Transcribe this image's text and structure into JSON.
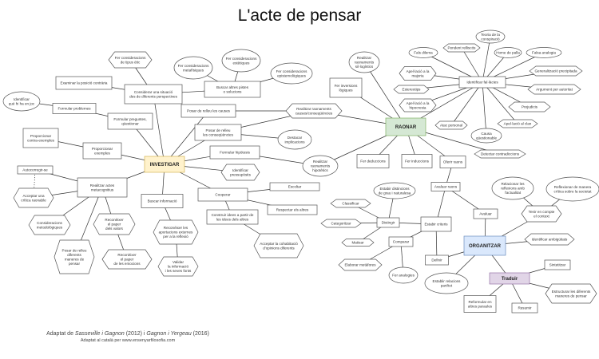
{
  "title": "L'acte de pensar",
  "credits": {
    "line1_prefix": "Adaptat de ",
    "line1_authors1": "Sasseville i Gagnon",
    "line1_mid": " (2012) i ",
    "line1_authors2": "Gagnon i Yergeau",
    "line1_suffix": " (2016)",
    "line2": "Adaptat al català per www.ensenyarfilosofia.com"
  },
  "colors": {
    "investigar": {
      "fill": "#fff2cc",
      "stroke": "#d6b656"
    },
    "raonar": {
      "fill": "#d5e8d4",
      "stroke": "#82b366"
    },
    "organitzar": {
      "fill": "#dae8fc",
      "stroke": "#6c8ebf"
    },
    "traduir": {
      "fill": "#e1d5e7",
      "stroke": "#9673a6"
    }
  },
  "nodes": [
    {
      "id": "investigar",
      "shape": "rect",
      "main": true,
      "lines": [
        "INVESTIGAR"
      ]
    },
    {
      "id": "raonar",
      "shape": "rect",
      "main": true,
      "lines": [
        "RAONAR"
      ]
    },
    {
      "id": "organitzar",
      "shape": "rect",
      "main": true,
      "lines": [
        "ORGANITZAR"
      ]
    },
    {
      "id": "traduir",
      "shape": "rect",
      "main": true,
      "lines": [
        "Traduir"
      ]
    },
    {
      "id": "etic",
      "shape": "hex",
      "lines": [
        "Fer consideracions",
        "de tipus ètic"
      ]
    },
    {
      "id": "metafisiques",
      "shape": "ellipse",
      "lines": [
        "Fer consideracions",
        "metafísiques"
      ]
    },
    {
      "id": "estetiques",
      "shape": "ellipse",
      "lines": [
        "Fer consideracions",
        "estètiques"
      ]
    },
    {
      "id": "epistemologiques",
      "shape": "ellipse",
      "lines": [
        "Fer consideracions",
        "epistemològiques"
      ]
    },
    {
      "id": "examinar",
      "shape": "rect",
      "lines": [
        "Examinar la posició contrària"
      ]
    },
    {
      "id": "considerar",
      "shape": "rect",
      "lines": [
        "Considerar una situació",
        "des de diferents perspectives"
      ]
    },
    {
      "id": "pistes",
      "shape": "rect",
      "lines": [
        "Buscar altres pistes",
        "o solucions"
      ]
    },
    {
      "id": "enjoc",
      "shape": "ellipse",
      "lines": [
        "Identificar",
        "què hi ha en joc"
      ]
    },
    {
      "id": "problemes",
      "shape": "rect",
      "lines": [
        "Formular problemes"
      ]
    },
    {
      "id": "preguntes",
      "shape": "rect",
      "lines": [
        "Formular preguntes,",
        "qüestionar"
      ]
    },
    {
      "id": "causes",
      "shape": "rect",
      "lines": [
        "Posar de relleu les causes"
      ]
    },
    {
      "id": "consequencies",
      "shape": "rect",
      "lines": [
        "Posar de relleu",
        "les conseqüències"
      ]
    },
    {
      "id": "contraexemples",
      "shape": "rect",
      "lines": [
        "Proporcionar",
        "contra-exemples"
      ]
    },
    {
      "id": "exemples",
      "shape": "rect",
      "lines": [
        "Proporcionar",
        "exemples"
      ]
    },
    {
      "id": "hipotesis",
      "shape": "rect",
      "lines": [
        "Formular hipòtesis"
      ]
    },
    {
      "id": "implicacions",
      "shape": "ellipse",
      "lines": [
        "Destacar",
        "implicacions"
      ]
    },
    {
      "id": "raoncauses",
      "shape": "hex",
      "lines": [
        "Realitzar raonaments",
        "causes/conseqüències"
      ]
    },
    {
      "id": "raonhipo",
      "shape": "ellipse",
      "lines": [
        "Realitzar",
        "raonaments",
        "hipotètics"
      ]
    },
    {
      "id": "pressuposits",
      "shape": "hex",
      "lines": [
        "Identificar",
        "pressupòsits"
      ]
    },
    {
      "id": "sillogistics",
      "shape": "ellipse",
      "lines": [
        "Realitzar",
        "raonaments",
        "sil·logístics"
      ]
    },
    {
      "id": "inversions",
      "shape": "rect",
      "lines": [
        "Fer inversions",
        "lògiques"
      ]
    },
    {
      "id": "conspiracio",
      "shape": "ellipse",
      "lines": [
        "Teoria de la",
        "conspiració"
      ]
    },
    {
      "id": "pendent",
      "shape": "hex",
      "lines": [
        "Pendent relliscós"
      ]
    },
    {
      "id": "dilema",
      "shape": "ellipse",
      "lines": [
        "Fals dilema"
      ]
    },
    {
      "id": "palla",
      "shape": "ellipse",
      "lines": [
        "Home de palla"
      ]
    },
    {
      "id": "analogia",
      "shape": "ellipse",
      "lines": [
        "Falsa analogia"
      ]
    },
    {
      "id": "generalitzacio",
      "shape": "hex",
      "lines": [
        "Generalització precipitada"
      ]
    },
    {
      "id": "majoria",
      "shape": "hex",
      "lines": [
        "Apel·lació a la",
        "majoria"
      ]
    },
    {
      "id": "fallacies",
      "shape": "rect",
      "lines": [
        "Identificar fal·làcies"
      ]
    },
    {
      "id": "autoritat",
      "shape": "hex",
      "lines": [
        "Argument per autoritat"
      ]
    },
    {
      "id": "estereotips",
      "shape": "hex",
      "lines": [
        "Estereotips"
      ]
    },
    {
      "id": "hipocresia",
      "shape": "hex",
      "lines": [
        "Apel·lació a la",
        "hipocresia"
      ]
    },
    {
      "id": "prejudicis",
      "shape": "hex",
      "lines": [
        "Prejudicis"
      ]
    },
    {
      "id": "atac",
      "shape": "hex",
      "lines": [
        "Atac personal"
      ]
    },
    {
      "id": "clan",
      "shape": "hex",
      "lines": [
        "Apel·lació al clan"
      ]
    },
    {
      "id": "causaq",
      "shape": "ellipse",
      "lines": [
        "Causa",
        "qüestionable"
      ]
    },
    {
      "id": "contradiccions",
      "shape": "hex",
      "lines": [
        "Detectar contradiccions"
      ]
    },
    {
      "id": "deduccions",
      "shape": "rect",
      "lines": [
        "Fer deduccions"
      ]
    },
    {
      "id": "induccions",
      "shape": "rect",
      "lines": [
        "Fer induccions"
      ]
    },
    {
      "id": "oferir",
      "shape": "rect",
      "lines": [
        "Oferir raons"
      ]
    },
    {
      "id": "avaluarraons",
      "shape": "rect",
      "lines": [
        "Avaluar raons"
      ]
    },
    {
      "id": "distincions",
      "shape": "ellipse",
      "lines": [
        "Estabir distincions",
        "de grau i naturalesa"
      ]
    },
    {
      "id": "classificar",
      "shape": "hex",
      "lines": [
        "Classificar"
      ]
    },
    {
      "id": "categoritzar",
      "shape": "hex",
      "lines": [
        "Categoritzar"
      ]
    },
    {
      "id": "distingir",
      "shape": "rect",
      "lines": [
        "Distingir"
      ]
    },
    {
      "id": "criteris",
      "shape": "rect",
      "lines": [
        "Estabir criteris"
      ]
    },
    {
      "id": "avaluar",
      "shape": "rect",
      "lines": [
        "Avaluar"
      ]
    },
    {
      "id": "actualitat",
      "shape": "ellipse",
      "lines": [
        "Relacionar les",
        "reflexions amb",
        "l'actualitat"
      ]
    },
    {
      "id": "societat",
      "shape": "ellipse",
      "lines": [
        "Reflexionar de manera",
        "crítica sobre la societat"
      ]
    },
    {
      "id": "context",
      "shape": "hex",
      "lines": [
        "Tenir en compte",
        "el context"
      ]
    },
    {
      "id": "matisar",
      "shape": "hex",
      "lines": [
        "Matisar"
      ]
    },
    {
      "id": "comparar",
      "shape": "rect",
      "lines": [
        "Comparar"
      ]
    },
    {
      "id": "ambiguitats",
      "shape": "hex",
      "lines": [
        "Identificar ambigüitats"
      ]
    },
    {
      "id": "definir",
      "shape": "rect",
      "lines": [
        "Definir"
      ]
    },
    {
      "id": "metafores",
      "shape": "hex",
      "lines": [
        "Elaborar metàfores"
      ]
    },
    {
      "id": "analogies",
      "shape": "ellipse",
      "lines": [
        "Fer analogies"
      ]
    },
    {
      "id": "parttot",
      "shape": "ellipse",
      "lines": [
        "Establir relacions",
        "part/tot"
      ]
    },
    {
      "id": "sintetitzar",
      "shape": "rect",
      "lines": [
        "Sintetitzar"
      ]
    },
    {
      "id": "estructurar",
      "shape": "hex",
      "lines": [
        "Estructurar les diferents",
        "maneres de pensar"
      ]
    },
    {
      "id": "reformular",
      "shape": "rect",
      "lines": [
        "Reformular en",
        "altres paraules"
      ]
    },
    {
      "id": "resumir",
      "shape": "rect",
      "lines": [
        "Resumir"
      ]
    },
    {
      "id": "autocorregir",
      "shape": "rect",
      "lines": [
        "Autocorregir-se"
      ]
    },
    {
      "id": "critica",
      "shape": "hex",
      "lines": [
        "Acceptar una",
        "crítica raonable"
      ]
    },
    {
      "id": "metacognitius",
      "shape": "rect",
      "lines": [
        "Realitzar actes",
        "metacognitius"
      ]
    },
    {
      "id": "metodologiques",
      "shape": "hex",
      "lines": [
        "Consideracions",
        "metodològiques"
      ]
    },
    {
      "id": "maneres",
      "shape": "hex",
      "lines": [
        "Posar de relleu",
        "diferents",
        "maneres de",
        "pensar"
      ]
    },
    {
      "id": "valors",
      "shape": "hex",
      "lines": [
        "Reconèixer",
        "el paper",
        "dels valors"
      ]
    },
    {
      "id": "emocions",
      "shape": "hex",
      "lines": [
        "Reconèixer",
        "el paper",
        "de les emocions"
      ]
    },
    {
      "id": "informacio",
      "shape": "rect",
      "lines": [
        "Buscar informació"
      ]
    },
    {
      "id": "aportacions",
      "shape": "hex",
      "lines": [
        "Reconèixer les",
        "aportacions externes",
        "per a la reflexió"
      ]
    },
    {
      "id": "validar",
      "shape": "hex",
      "lines": [
        "Validar",
        "la informació",
        "i les seves fonts"
      ]
    },
    {
      "id": "cooperar",
      "shape": "rect",
      "lines": [
        "Cooperar"
      ]
    },
    {
      "id": "escoltar",
      "shape": "rect",
      "lines": [
        "Escoltar"
      ]
    },
    {
      "id": "respectar",
      "shape": "rect",
      "lines": [
        "Respectar els altres"
      ]
    },
    {
      "id": "construir",
      "shape": "rect",
      "lines": [
        "Construir idees a partir de",
        "les idees dels altres"
      ]
    },
    {
      "id": "cohabitacio",
      "shape": "hex",
      "lines": [
        "Acceptar la cohabitació",
        "d'opinions diferents"
      ]
    }
  ],
  "edges": [
    [
      "investigar",
      "considerar"
    ],
    [
      "investigar",
      "preguntes"
    ],
    [
      "investigar",
      "causes"
    ],
    [
      "investigar",
      "consequencies"
    ],
    [
      "investigar",
      "exemples"
    ],
    [
      "investigar",
      "hipotesis"
    ],
    [
      "investigar",
      "pressuposits"
    ],
    [
      "investigar",
      "cooperar"
    ],
    [
      "investigar",
      "informacio"
    ],
    [
      "investigar",
      "metacognitius"
    ],
    [
      "considerar",
      "etic"
    ],
    [
      "considerar",
      "examinar"
    ],
    [
      "considerar",
      "pistes"
    ],
    [
      "pistes",
      "metafisiques"
    ],
    [
      "pistes",
      "estetiques"
    ],
    [
      "pistes",
      "epistemologiques"
    ],
    [
      "preguntes",
      "problemes"
    ],
    [
      "problemes",
      "enjoc"
    ],
    [
      "exemples",
      "contraexemples"
    ],
    [
      "causes",
      "raoncauses"
    ],
    [
      "consequencies",
      "raoncauses"
    ],
    [
      "consequencies",
      "implicacions"
    ],
    [
      "hipotesis",
      "raonhipo"
    ],
    [
      "raonar",
      "sillogistics"
    ],
    [
      "raonar",
      "inversions"
    ],
    [
      "raonar",
      "raoncauses"
    ],
    [
      "raonar",
      "raonhipo"
    ],
    [
      "raonar",
      "deduccions"
    ],
    [
      "raonar",
      "induccions"
    ],
    [
      "raonar",
      "oferir"
    ],
    [
      "raonar",
      "contradiccions"
    ],
    [
      "raonar",
      "fallacies"
    ],
    [
      "fallacies",
      "conspiracio"
    ],
    [
      "fallacies",
      "pendent"
    ],
    [
      "fallacies",
      "dilema"
    ],
    [
      "fallacies",
      "palla"
    ],
    [
      "fallacies",
      "analogia"
    ],
    [
      "fallacies",
      "generalitzacio"
    ],
    [
      "fallacies",
      "majoria"
    ],
    [
      "fallacies",
      "autoritat"
    ],
    [
      "fallacies",
      "estereotips"
    ],
    [
      "fallacies",
      "hipocresia"
    ],
    [
      "fallacies",
      "prejudicis"
    ],
    [
      "fallacies",
      "atac"
    ],
    [
      "fallacies",
      "clan"
    ],
    [
      "fallacies",
      "causaq"
    ],
    [
      "oferir",
      "avaluarraons"
    ],
    [
      "avaluarraons",
      "criteris"
    ],
    [
      "avaluarraons",
      "avaluar"
    ],
    [
      "avaluar",
      "organitzar"
    ],
    [
      "criteris",
      "distingir"
    ],
    [
      "criteris",
      "comparar"
    ],
    [
      "criteris",
      "definir"
    ],
    [
      "distingir",
      "distincions"
    ],
    [
      "distingir",
      "classificar"
    ],
    [
      "distingir",
      "categoritzar"
    ],
    [
      "distingir",
      "matisar"
    ],
    [
      "comparar",
      "metafores"
    ],
    [
      "comparar",
      "analogies"
    ],
    [
      "organitzar",
      "definir"
    ],
    [
      "organitzar",
      "parttot"
    ],
    [
      "organitzar",
      "context"
    ],
    [
      "organitzar",
      "ambiguitats"
    ],
    [
      "organitzar",
      "traduir"
    ],
    [
      "context",
      "actualitat"
    ],
    [
      "context",
      "societat"
    ],
    [
      "traduir",
      "sintetitzar"
    ],
    [
      "traduir",
      "estructurar"
    ],
    [
      "traduir",
      "reformular"
    ],
    [
      "traduir",
      "resumir"
    ],
    [
      "metacognitius",
      "autocorregir"
    ],
    [
      "metacognitius",
      "critica"
    ],
    [
      "metacognitius",
      "metodologiques"
    ],
    [
      "metacognitius",
      "maneres"
    ],
    [
      "metacognitius",
      "valors"
    ],
    [
      "valors",
      "emocions"
    ],
    [
      "autocorregir",
      "critica",
      "dotted"
    ],
    [
      "informacio",
      "aportacions"
    ],
    [
      "aportacions",
      "validar"
    ],
    [
      "cooperar",
      "escoltar"
    ],
    [
      "cooperar",
      "respectar"
    ],
    [
      "cooperar",
      "construir"
    ],
    [
      "construir",
      "cohabitacio"
    ]
  ]
}
